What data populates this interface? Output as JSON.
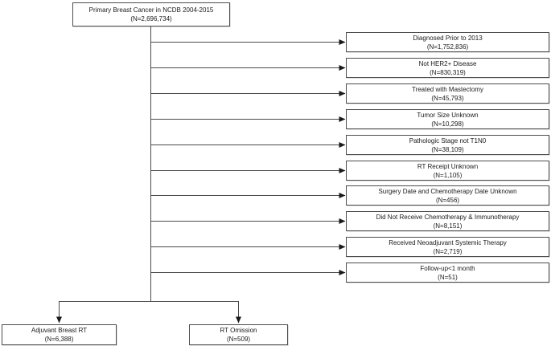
{
  "diagram": {
    "source": {
      "label": "Primary Breast Cancer in NCDB 2004-2015",
      "count": "(N=2,696,734)"
    },
    "exclusions": [
      {
        "label": "Diagnosed Prior to 2013",
        "count": "(N=1,752,836)"
      },
      {
        "label": "Not HER2+ Disease",
        "count": "(N=830,319)"
      },
      {
        "label": "Treated with Mastectomy",
        "count": "(N=45,793)"
      },
      {
        "label": "Tumor Size Unknown",
        "count": "(N=10,298)"
      },
      {
        "label": "Pathologic Stage not T1N0",
        "count": "(N=38,109)"
      },
      {
        "label": "RT Receipt Unknown",
        "count": "(N=1,105)"
      },
      {
        "label": "Surgery Date and Chemotherapy Date Unknown",
        "count": "(N=456)"
      },
      {
        "label": "Did Not Receive Chemotherapy & Immunotherapy",
        "count": "(N=8,151)"
      },
      {
        "label": "Received Neoadjuvant Systemic Therapy",
        "count": "(N=2,719)"
      },
      {
        "label": "Follow-up<1 month",
        "count": "(N=51)"
      }
    ],
    "outcomes": [
      {
        "label": "Adjuvant Breast RT",
        "count": "(N=6,388)"
      },
      {
        "label": "RT Omission",
        "count": "(N=509)"
      }
    ],
    "colors": {
      "border": "#4d4d4d",
      "line": "#4a4a4a",
      "arrowhead": "#1a1a1a",
      "text": "#1a1a1a",
      "background": "#ffffff"
    }
  }
}
